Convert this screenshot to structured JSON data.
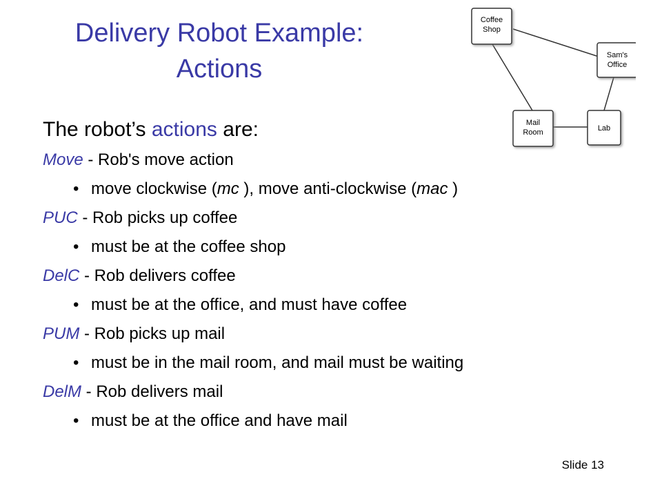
{
  "slide": {
    "title_line1": "Delivery Robot Example:",
    "title_line2": "Actions",
    "intro_prefix": "The robot’s ",
    "intro_highlight": "actions",
    "intro_suffix": " are:",
    "slide_number": "Slide 13"
  },
  "diagram": {
    "nodes": {
      "coffee_line1": "Coffee",
      "coffee_line2": "Shop",
      "sams_line1": "Sam's",
      "sams_line2": "Office",
      "mail_line1": "Mail",
      "mail_line2": "Room",
      "lab": "Lab"
    }
  },
  "actions": {
    "move": {
      "name": "Move",
      "desc": " - Rob's move action",
      "b1": "move clockwise (",
      "b1_mc": "mc",
      "b1_mid": " ), move anti-clockwise (",
      "b1_mac": "mac",
      "b1_end": " )"
    },
    "puc": {
      "name": "PUC",
      "desc": " - Rob picks up coffee",
      "bullet": "must be at the coffee shop"
    },
    "delc": {
      "name": "DelC",
      "desc": " - Rob delivers coffee",
      "bullet": "must be at the office, and must have coffee"
    },
    "pum": {
      "name": "PUM",
      "desc": " - Rob picks up mail",
      "bullet": "must be in the mail room, and mail must be waiting"
    },
    "delm": {
      "name": "DelM",
      "desc": " - Rob delivers mail",
      "bullet": "must be at the office and have mail"
    }
  }
}
